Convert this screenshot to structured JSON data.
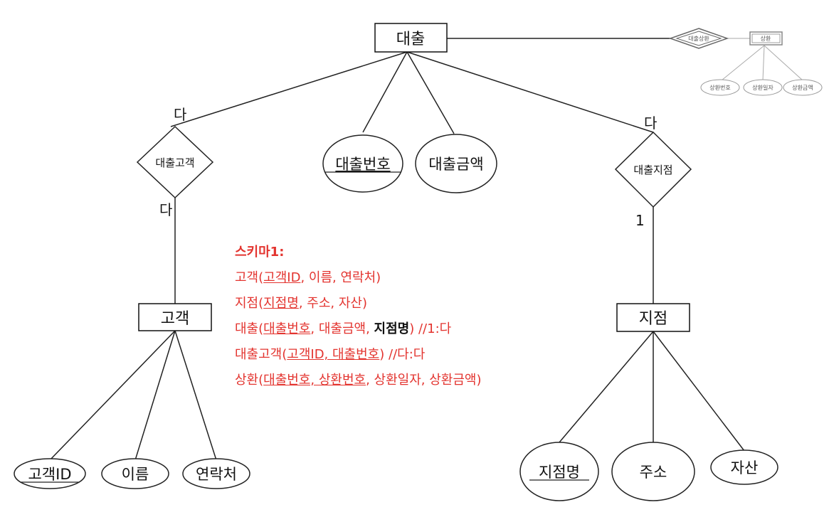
{
  "entities": {
    "loan": "대출",
    "customer": "고객",
    "branch": "지점",
    "repayment": "상환"
  },
  "relationships": {
    "loan_customer": "대출고객",
    "loan_branch": "대출지점",
    "loan_repayment": "대출상환"
  },
  "attributes": {
    "loan_number": "대출번호",
    "loan_amount": "대출금액",
    "customer_id": "고객ID",
    "name": "이름",
    "contact": "연락처",
    "branch_name": "지점명",
    "address": "주소",
    "assets": "자산",
    "repayment_number": "상환번호",
    "repayment_date": "상환일자",
    "repayment_amount": "상환금액"
  },
  "cardinalities": {
    "loan_side_customer": "다",
    "customer_side": "다",
    "loan_side_branch": "다",
    "branch_side": "1"
  },
  "schema": {
    "title": "스키마1:",
    "customer": {
      "name": "고객(",
      "key": "고객ID",
      "rest": ", 이름, 연락처)"
    },
    "branch": {
      "name": "지점(",
      "key": "지점명",
      "rest": ", 주소, 자산)"
    },
    "loan": {
      "name": "대출(",
      "key": "대출번호",
      "mid": ", 대출금액, ",
      "fk": "지점명",
      "end": ") ",
      "note": "//1:다"
    },
    "loan_customer": {
      "name": "대출고객(",
      "key": "고객ID, 대출번호",
      "end": ") ",
      "note": "//다:다"
    },
    "repayment": {
      "name": "상환(",
      "key": "대출번호, 상환번호",
      "rest": ", 상환일자, 상환금액)"
    }
  }
}
